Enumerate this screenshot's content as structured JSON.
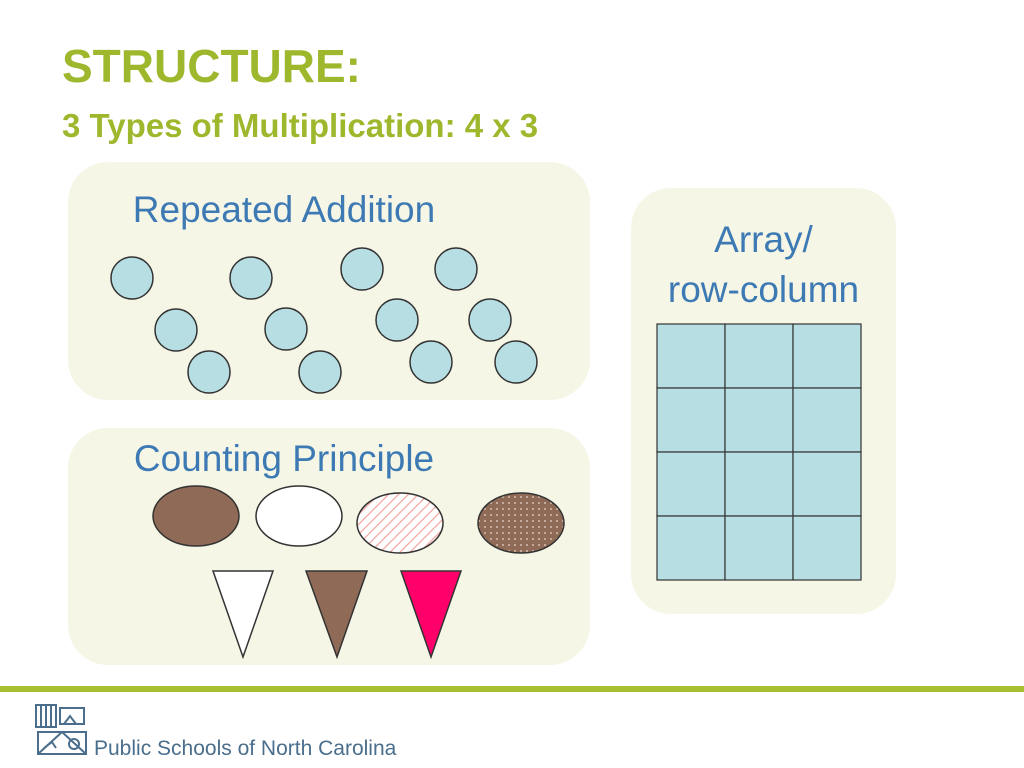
{
  "slide": {
    "title": "STRUCTURE:",
    "subtitle": "3 Types of Multiplication: 4 x 3"
  },
  "panels": {
    "repeated_addition": {
      "title": "Repeated Addition"
    },
    "counting_principle": {
      "title": "Counting Principle"
    },
    "array": {
      "title_line1": "Array/",
      "title_line2": "row-column",
      "rows": 4,
      "columns": 3
    }
  },
  "footer": {
    "text": "Public Schools of North Carolina"
  },
  "colors": {
    "title_green": "#9eb82e",
    "text_blue": "#3d7ab4",
    "panel_bg": "#f6f6e6",
    "circle_fill": "#b7dfe3",
    "cell_fill": "#b7dfe3",
    "brown": "#8f6a57",
    "pink": "#ff006a",
    "footer_text": "#4a6e8c",
    "footer_rule": "#a9bf30"
  }
}
